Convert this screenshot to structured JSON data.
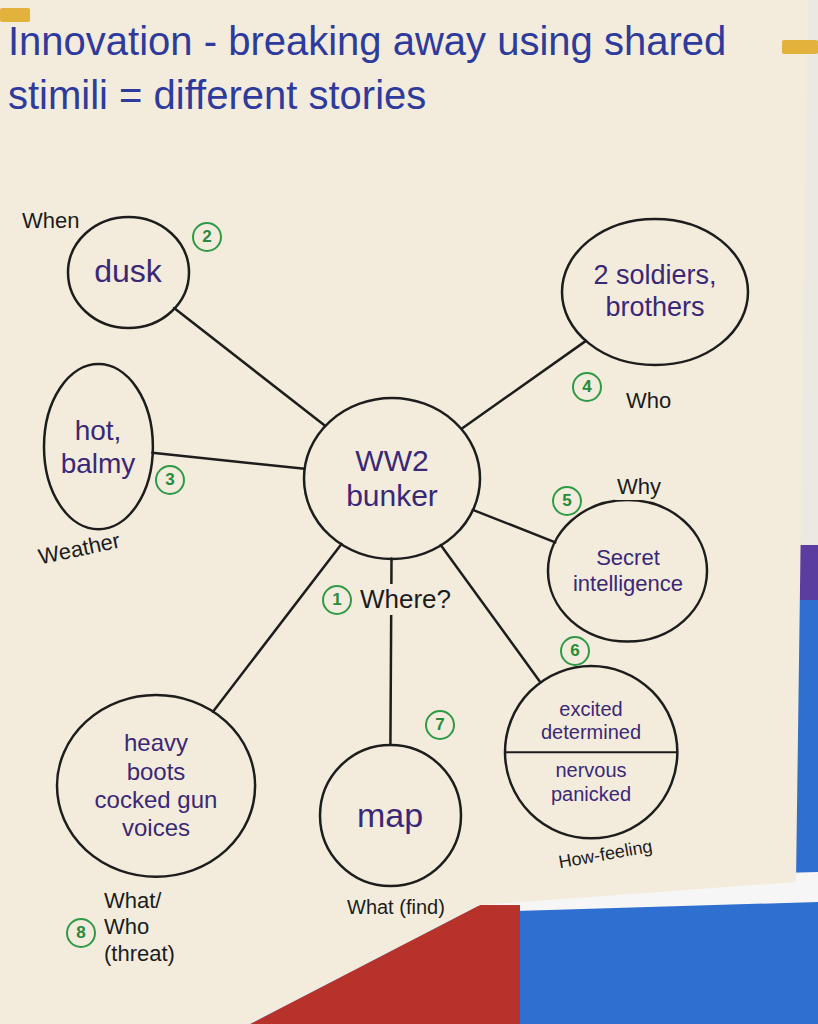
{
  "diagram": {
    "title": "Innovation - breaking away using shared stimili = different stories",
    "nodes": [
      {
        "text": [
          "WW2 bunker"
        ]
      },
      {
        "text": [
          "dusk"
        ]
      },
      {
        "text": [
          "2 soldiers, brothers"
        ]
      },
      {
        "text": [
          "hot, balmy"
        ]
      },
      {
        "text": [
          "Secret intelligence"
        ]
      },
      {
        "text": [
          "excited determined",
          "nervous panicked"
        ]
      },
      {
        "text": [
          "heavy boots cocked gun voices"
        ]
      },
      {
        "text": [
          "map"
        ]
      }
    ],
    "edges": [
      {
        "from": 0,
        "to": 1,
        "arrow": "none"
      },
      {
        "from": 0,
        "to": 2,
        "arrow": "none"
      },
      {
        "from": 0,
        "to": 3,
        "arrow": "none"
      },
      {
        "from": 0,
        "to": 4,
        "arrow": "none"
      },
      {
        "from": 0,
        "to": 5,
        "arrow": "none"
      },
      {
        "from": 0,
        "to": 6,
        "arrow": "none"
      },
      {
        "from": 0,
        "to": 7,
        "arrow": "none"
      }
    ],
    "labels": [
      "When",
      "2",
      "Weather",
      "3",
      "4",
      "Who",
      "Why",
      "5",
      "1",
      "Where?",
      "6",
      "How-feeling",
      "7",
      "What (find)",
      "8",
      "What/ Who (threat)"
    ]
  }
}
